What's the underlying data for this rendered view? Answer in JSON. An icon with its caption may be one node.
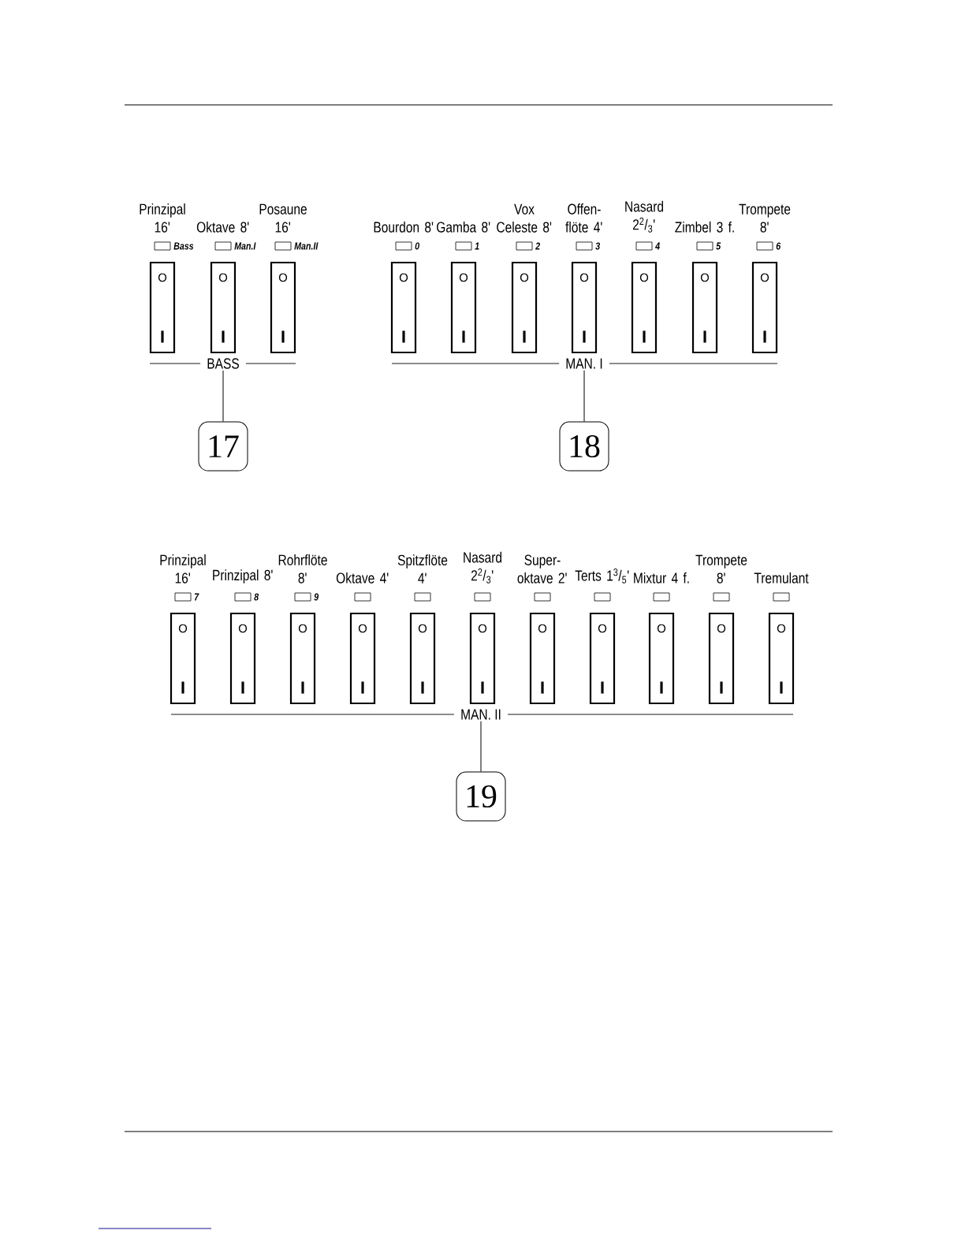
{
  "diagram": {
    "nodes": [
      {
        "text": [
          "O",
          "I"
        ],
        "beside": [
          "Prinzipal 16'",
          "Bass"
        ]
      },
      {
        "text": [
          "O",
          "I"
        ],
        "beside": [
          "Oktave 8'",
          "Man.I"
        ]
      },
      {
        "text": [
          "O",
          "I"
        ],
        "beside": [
          "Posaune 16'",
          "Man.II"
        ]
      },
      {
        "text": [
          "O",
          "I"
        ],
        "beside": [
          "Bourdon 8'",
          "0"
        ]
      },
      {
        "text": [
          "O",
          "I"
        ],
        "beside": [
          "Gamba 8'",
          "1"
        ]
      },
      {
        "text": [
          "O",
          "I"
        ],
        "beside": [
          "Vox Celeste 8'",
          "2"
        ]
      },
      {
        "text": [
          "O",
          "I"
        ],
        "beside": [
          "Offen- flöte 4'",
          "3"
        ]
      },
      {
        "text": [
          "O",
          "I"
        ],
        "beside": [
          "Nasard 2$^{2}$/$_{3}$'",
          "4"
        ]
      },
      {
        "text": [
          "O",
          "I"
        ],
        "beside": [
          "Zimbel 3 f.",
          "5"
        ]
      },
      {
        "text": [
          "O",
          "I"
        ],
        "beside": [
          "Trompete 8'",
          "6"
        ]
      },
      {
        "text": [
          "BASS"
        ]
      },
      {
        "text": [
          "MAN. I"
        ]
      },
      {
        "text": [
          "17"
        ]
      },
      {
        "text": [
          "18"
        ]
      },
      {
        "text": [
          "O",
          "I"
        ],
        "beside": [
          "Prinzipal 16'",
          "7"
        ]
      },
      {
        "text": [
          "O",
          "I"
        ],
        "beside": [
          "Prinzipal 8'",
          "8"
        ]
      },
      {
        "text": [
          "O",
          "I"
        ],
        "beside": [
          "Rohrflöte 8'",
          "9"
        ]
      },
      {
        "text": [
          "O",
          "I"
        ],
        "beside": [
          "Oktave 4'"
        ]
      },
      {
        "text": [
          "O",
          "I"
        ],
        "beside": [
          "Spitzflöte 4'"
        ]
      },
      {
        "text": [
          "O",
          "I"
        ],
        "beside": [
          "Nasard 2$^{2}$/$_{3}$'"
        ]
      },
      {
        "text": [
          "O",
          "I"
        ],
        "beside": [
          "Super- oktave 2'"
        ]
      },
      {
        "text": [
          "O",
          "I"
        ],
        "beside": [
          "Terts 1$^{3}$/$_{5}$'"
        ]
      },
      {
        "text": [
          "O",
          "I"
        ],
        "beside": [
          "Mixtur 4 f."
        ]
      },
      {
        "text": [
          "O",
          "I"
        ],
        "beside": [
          "Trompete 8'"
        ]
      },
      {
        "text": [
          "O",
          "I"
        ],
        "beside": [
          "Tremulant"
        ]
      },
      {
        "text": [
          "MAN. II"
        ]
      },
      {
        "text": [
          "19"
        ]
      }
    ],
    "edges": [
      {
        "from": 12,
        "to": 10,
        "arrow": "none"
      },
      {
        "from": 13,
        "to": 11,
        "arrow": "none"
      },
      {
        "from": 26,
        "to": 25,
        "arrow": "none"
      }
    ]
  }
}
